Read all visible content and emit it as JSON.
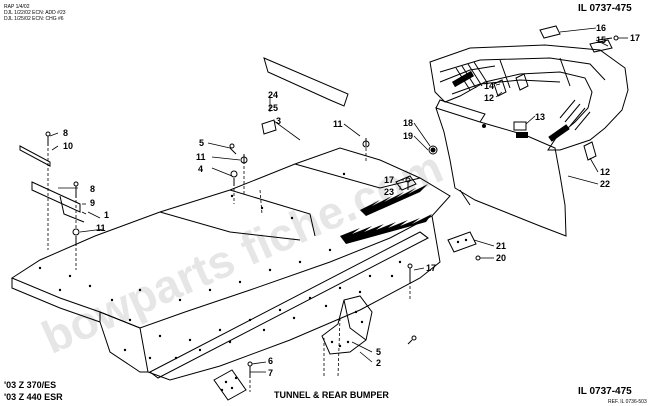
{
  "watermark": "bowparts fiche.com",
  "header_left": {
    "line1": "RAP 1/4/02",
    "line2": "DJL 1/22/02 ECN: ADD #23",
    "line3": "DJL 1/25/02 ECN: CHG #6"
  },
  "illustration_id_top": "IL 0737-475",
  "illustration_id_bottom": "IL 0737-475",
  "ref_id": "REF. IL 0736-503",
  "models": [
    "'03 Z 370/ES",
    "'03 Z 440 ESR"
  ],
  "title": "TUNNEL & REAR BUMPER",
  "callouts": {
    "c1": "1",
    "c2": "2",
    "c3": "3",
    "c4": "4",
    "c5a": "5",
    "c5b": "5",
    "c6": "6",
    "c7": "7",
    "c8a": "8",
    "c8b": "8",
    "c9": "9",
    "c10": "10",
    "c11a": "11",
    "c11b": "11",
    "c11c": "11",
    "c12a": "12",
    "c12b": "12",
    "c13": "13",
    "c14": "14",
    "c15": "15",
    "c16": "16",
    "c17a": "17",
    "c17b": "17",
    "c17c": "17",
    "c18": "18",
    "c19": "19",
    "c20": "20",
    "c21": "21",
    "c22": "22",
    "c23": "23",
    "c24": "24",
    "c25": "25"
  }
}
